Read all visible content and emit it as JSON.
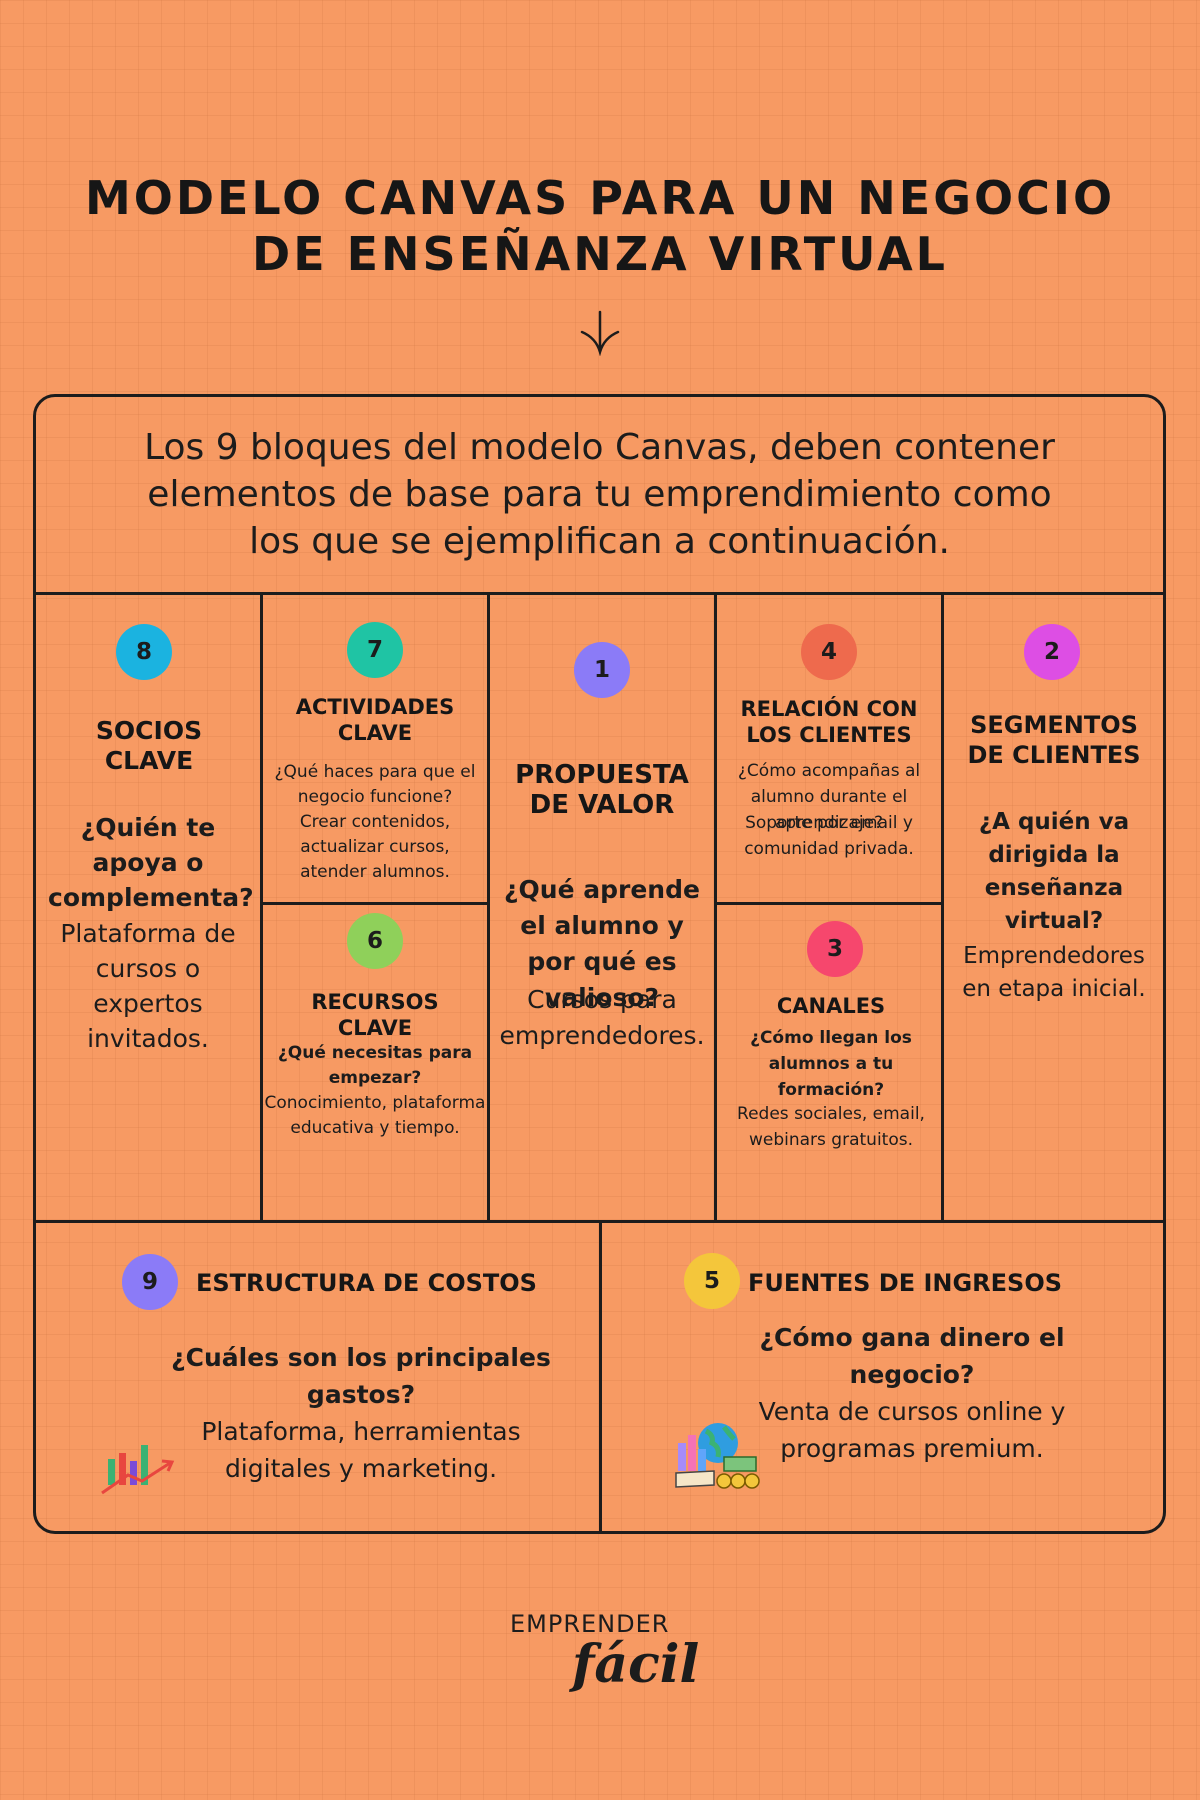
{
  "title": {
    "line1": "MODELO CANVAS PARA UN NEGOCIO",
    "line2": "DE ENSEÑANZA VIRTUAL"
  },
  "intro": "Los 9 bloques del modelo Canvas, deben contener elementos de base para tu emprendimiento como los que se ejemplifican a continuación.",
  "blocks": {
    "socios": {
      "number": "8",
      "color": "#1bb3e0",
      "title": "SOCIOS CLAVE",
      "question": "¿Quién te apoya o complementa?",
      "answer": "Plataforma de cursos o expertos invitados."
    },
    "actividades": {
      "number": "7",
      "color": "#1fc4a4",
      "title": "ACTIVIDADES CLAVE",
      "question": "¿Qué haces para que el negocio funcione?",
      "answer": "Crear contenidos, actualizar cursos, atender alumnos."
    },
    "recursos": {
      "number": "6",
      "color": "#8fd05a",
      "title": "RECURSOS CLAVE",
      "question": "¿Qué necesitas para empezar?",
      "answer": "Conocimiento, plataforma educativa y tiempo."
    },
    "propuesta": {
      "number": "1",
      "color": "#8b7bf7",
      "title": "PROPUESTA DE VALOR",
      "question": "¿Qué aprende el alumno y por qué es valioso?",
      "answer": "Cursos para emprendedores."
    },
    "relacion": {
      "number": "4",
      "color": "#ee6a4d",
      "title": "RELACIÓN CON LOS CLIENTES",
      "question": "¿Cómo acompañas al alumno durante el aprendizaje?",
      "answer": "Soporte por email y comunidad privada."
    },
    "canales": {
      "number": "3",
      "color": "#f6476d",
      "title": "CANALES",
      "question": "¿Cómo llegan los alumnos a tu formación?",
      "answer": "Redes sociales, email, webinars gratuitos."
    },
    "segmentos": {
      "number": "2",
      "color": "#dd4ee4",
      "title": "SEGMENTOS DE CLIENTES",
      "question": "¿A quién va dirigida la enseñanza virtual?",
      "answer": "Emprendedores en etapa inicial."
    },
    "costos": {
      "number": "9",
      "color": "#8b7bf7",
      "title": "ESTRUCTURA DE COSTOS",
      "question": "¿Cuáles son los principales gastos?",
      "answer": "Plataforma, herramientas digitales y marketing.",
      "icon": "growth-chart-icon"
    },
    "ingresos": {
      "number": "5",
      "color": "#f4c63b",
      "title": "FUENTES DE INGRESOS",
      "question": "¿Cómo gana dinero el negocio?",
      "answer": "Venta de cursos online y programas premium.",
      "icon": "global-finance-icon"
    }
  },
  "logo": {
    "top": "EMPRENDER",
    "bottom": "fácil"
  }
}
